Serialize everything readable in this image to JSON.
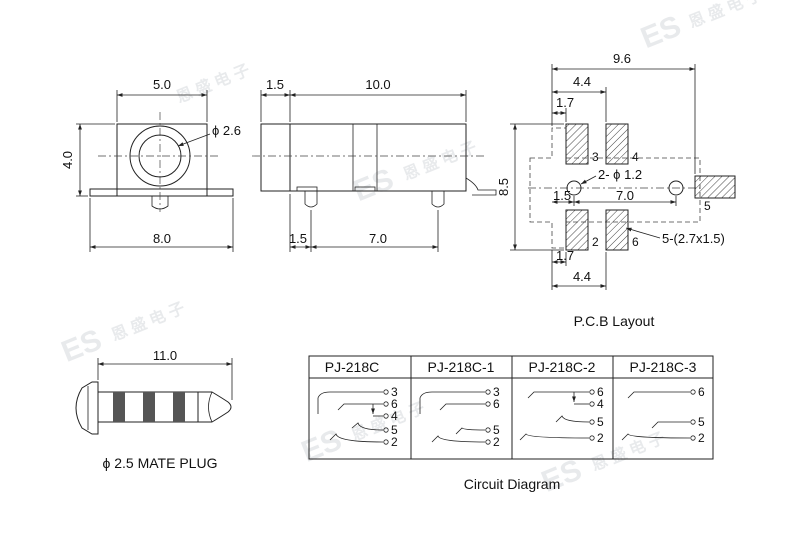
{
  "front_view": {
    "dim_width_top": "5.0",
    "dim_hole_dia": "ϕ 2.6",
    "dim_height": "4.0",
    "dim_width_bottom": "8.0"
  },
  "side_view": {
    "dim_front": "1.5",
    "dim_length": "10.0",
    "dim_pin_offset": "1.5",
    "dim_pin_pitch": "7.0"
  },
  "pcb_layout": {
    "caption": "P.C.B Layout",
    "dim_total_width": "9.6",
    "dim_pad_span_top": "4.4",
    "dim_pad_offset_top": "1.7",
    "dim_height": "8.5",
    "dim_holes": "2- ϕ 1.2",
    "dim_hole_offset": "1.5",
    "dim_hole_pitch": "7.0",
    "dim_pads": "5-(2.7x1.5)",
    "dim_pad_offset_bottom": "1.7",
    "dim_pad_span_bottom": "4.4",
    "pad_numbers": [
      "3",
      "4",
      "5",
      "2",
      "6"
    ]
  },
  "plug": {
    "dim_length": "11.0",
    "caption": "ϕ 2.5 MATE PLUG"
  },
  "circuit": {
    "caption": "Circuit Diagram",
    "models": [
      {
        "name": "PJ-218C",
        "pins": [
          "3",
          "6",
          "4",
          "5",
          "2"
        ]
      },
      {
        "name": "PJ-218C-1",
        "pins": [
          "3",
          "6",
          "5",
          "2"
        ]
      },
      {
        "name": "PJ-218C-2",
        "pins": [
          "6",
          "4",
          "5",
          "2"
        ]
      },
      {
        "name": "PJ-218C-3",
        "pins": [
          "6",
          "5",
          "2"
        ]
      }
    ]
  },
  "watermark": {
    "logo": "ES",
    "cn": "恩 盛 电 子"
  }
}
